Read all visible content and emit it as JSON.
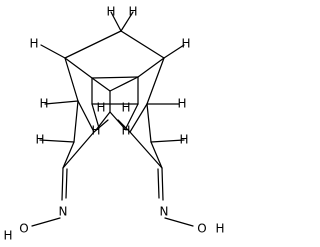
{
  "molecule": {
    "atom_labels": [
      "H",
      "H",
      "H",
      "H",
      "H",
      "H",
      "H",
      "H",
      "H",
      "H",
      "H",
      "H",
      "N",
      "N",
      "O",
      "O",
      "H",
      "H"
    ],
    "colors": {
      "background": "#ffffff",
      "bond": "#000000",
      "text": "#000000"
    }
  }
}
